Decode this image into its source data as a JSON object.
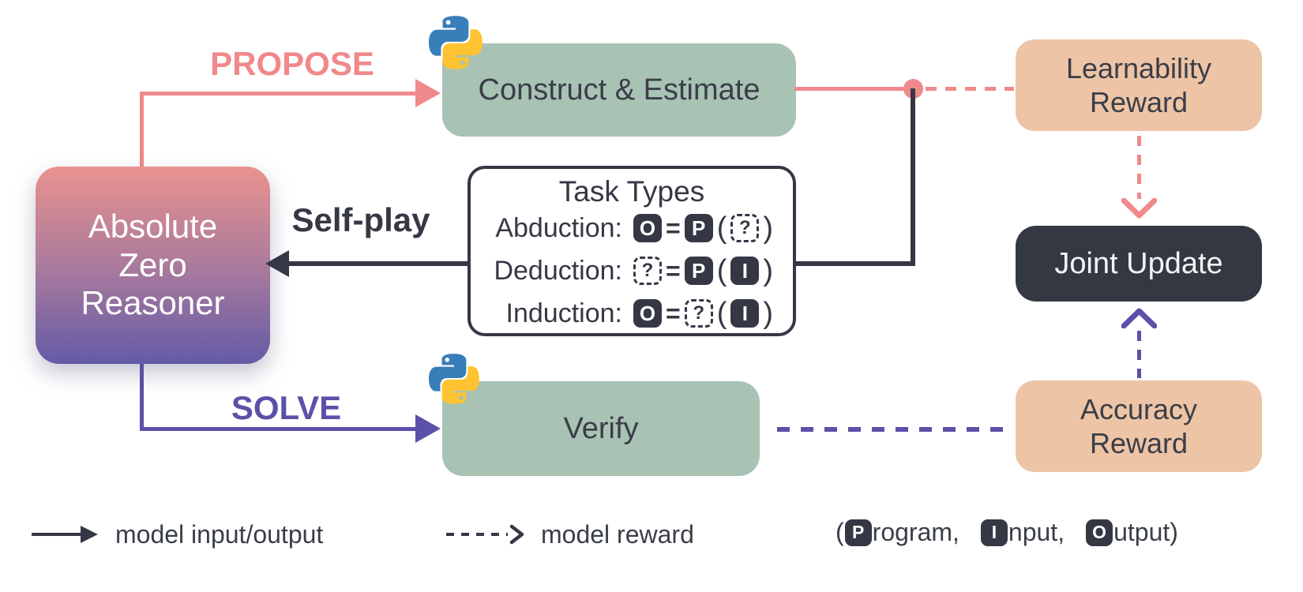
{
  "colors": {
    "pink": "#f0898b",
    "purple": "#5b51a8",
    "dark": "#353844",
    "sage_green": "#a8c2b3",
    "peach": "#eec4a6",
    "reasoner_gradient_top": "#e9928e",
    "reasoner_gradient_bottom": "#645ba6"
  },
  "nodes": {
    "reasoner": {
      "line1": "Absolute",
      "line2": "Zero",
      "line3": "Reasoner"
    },
    "construct": {
      "label": "Construct & Estimate"
    },
    "verify": {
      "label": "Verify"
    },
    "learnability": {
      "line1": "Learnability",
      "line2": "Reward"
    },
    "joint_update": {
      "label": "Joint Update"
    },
    "accuracy": {
      "line1": "Accuracy",
      "line2": "Reward"
    }
  },
  "edges": {
    "propose": "PROPOSE",
    "solve": "SOLVE",
    "self_play": "Self-play"
  },
  "task_types": {
    "title": "Task Types",
    "rows": [
      {
        "label": "Abduction:",
        "lhs": "O",
        "eq": "=",
        "fn": "P",
        "open": "(",
        "arg": "?",
        "close": ")"
      },
      {
        "label": "Deduction:",
        "lhs": "?",
        "eq": "=",
        "fn": "P",
        "open": "(",
        "arg": "I",
        "close": ")"
      },
      {
        "label": "Induction:",
        "lhs": "O",
        "eq": "=",
        "fn": "?",
        "open": "(",
        "arg": "I",
        "close": ")"
      }
    ]
  },
  "legend": {
    "solid_label": "model input/output",
    "dashed_label": "model reward",
    "notation": {
      "open": "(",
      "p": "P",
      "p_rest": "rogram,",
      "i": "I",
      "i_rest": "nput,",
      "o": "O",
      "o_rest": "utput)"
    }
  },
  "icons": {
    "python": "python-logo",
    "junction": "pink-dot"
  }
}
